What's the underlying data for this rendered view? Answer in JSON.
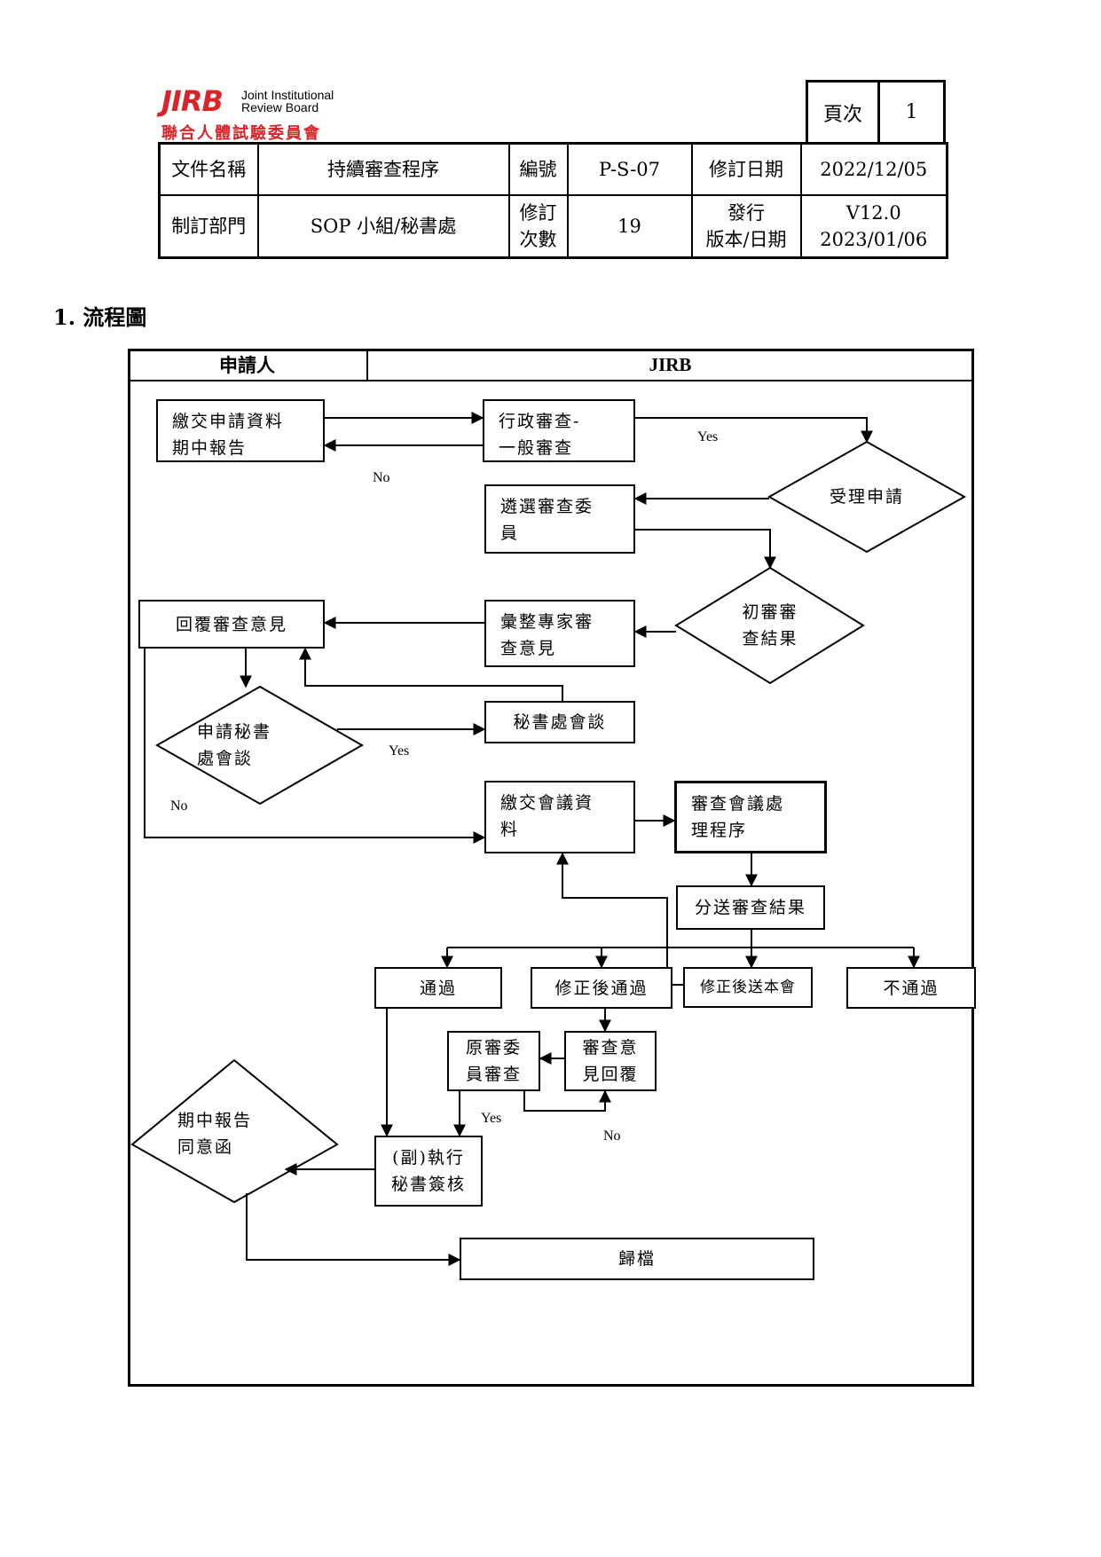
{
  "header": {
    "logo_mark": "JIRB",
    "logo_en": "Joint Institutional\nReview Board",
    "logo_zh": "聯合人體試驗委員會",
    "page_label": "頁次",
    "page_value": "1",
    "doc_name_label": "文件名稱",
    "doc_name": "持續審查程序",
    "code_label": "編號",
    "code": "P-S-07",
    "rev_date_label": "修訂日期",
    "rev_date": "2022/12/05",
    "dept_label": "制訂部門",
    "dept": "SOP 小組/秘書處",
    "rev_count_label": "修訂\n次數",
    "rev_count": "19",
    "version_label": "發行\n版本/日期",
    "version": "V12.0\n2023/01/06"
  },
  "section_title": "1. 流程圖",
  "flowchart": {
    "lanes": {
      "applicant": "申請人",
      "jirb": "JIRB"
    },
    "nodes": {
      "submit": "繳交申請資料\n期中報告",
      "admin_review": "行政審查-\n一般審查",
      "accept": "受理申請",
      "select_reviewer": "遴選審查委\n員",
      "initial_result": "初審審\n查結果",
      "compile": "彙整專家審\n查意見",
      "reply": "回覆審查意見",
      "apply_meeting": "申請秘書\n處會談",
      "secretariat_meeting": "秘書處會談",
      "submit_meeting": "繳交會議資\n料",
      "meeting_procedure": "審查會議處\n理程序",
      "send_result": "分送審查結果",
      "pass": "通過",
      "revise_pass": "修正後通過",
      "revise_resubmit": "修正後送本會",
      "fail": "不通過",
      "review_reply": "審查意\n見回覆",
      "original_reviewer": "原審委\n員審查",
      "exec_secretary": "(副)執行\n秘書簽核",
      "interim_consent": "期中報告\n同意函",
      "archive": "歸檔"
    },
    "labels": {
      "yes": "Yes",
      "no": "No"
    }
  }
}
